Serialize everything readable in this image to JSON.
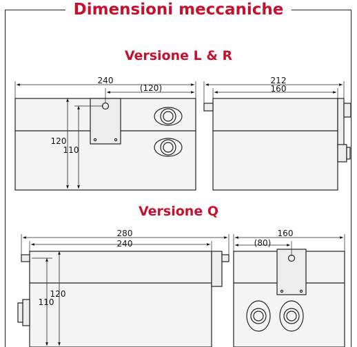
{
  "title": "Dimensioni meccaniche",
  "colors": {
    "accent": "#c8102e",
    "line": "#222222",
    "body_fill": "#f4f4f4"
  },
  "sections": [
    {
      "title": "Versione L & R",
      "front": {
        "width": "240",
        "offset": "(120)",
        "height_outer": "120",
        "height_inner": "110"
      },
      "side": {
        "width_outer": "212",
        "width_inner": "160"
      }
    },
    {
      "title": "Versione Q",
      "front": {
        "width_outer": "280",
        "width_inner": "240",
        "height_outer": "120",
        "height_inner": "110"
      },
      "side": {
        "width": "160",
        "offset": "(80)"
      }
    }
  ]
}
